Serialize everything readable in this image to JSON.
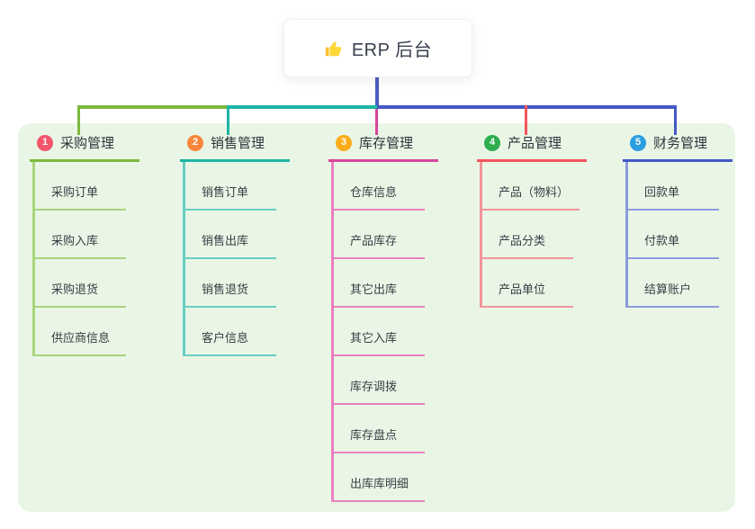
{
  "root": {
    "label": "ERP 后台",
    "icon": "thumbs-up-icon",
    "line_color": "#4a5cc5"
  },
  "branches": [
    {
      "num": "1",
      "label": "采购管理",
      "color": "#7cb93e",
      "light": "#a9d47e",
      "badge": "#f4566b",
      "children": [
        "采购订单",
        "采购入库",
        "采购退货",
        "供应商信息"
      ]
    },
    {
      "num": "2",
      "label": "销售管理",
      "color": "#1cb5a3",
      "light": "#66cfc2",
      "badge": "#f8873d",
      "children": [
        "销售订单",
        "销售出库",
        "销售退货",
        "客户信息"
      ]
    },
    {
      "num": "3",
      "label": "库存管理",
      "color": "#d8459c",
      "light": "#ec7fc0",
      "badge": "#fbad18",
      "children": [
        "仓库信息",
        "产品库存",
        "其它出库",
        "其它入库",
        "库存调拨",
        "库存盘点",
        "出库库明细"
      ]
    },
    {
      "num": "4",
      "label": "产品管理",
      "color": "#f4555e",
      "light": "#f29599",
      "badge": "#2fae50",
      "children": [
        "产品（物料）",
        "产品分类",
        "产品单位"
      ]
    },
    {
      "num": "5",
      "label": "财务管理",
      "color": "#4458c7",
      "light": "#8a9bda",
      "badge": "#2b9fe0",
      "children": [
        "回款单",
        "付款单",
        "结算账户"
      ]
    }
  ],
  "canvas": {
    "background": "#ffffff",
    "panel_background": "#e9f6e6"
  }
}
